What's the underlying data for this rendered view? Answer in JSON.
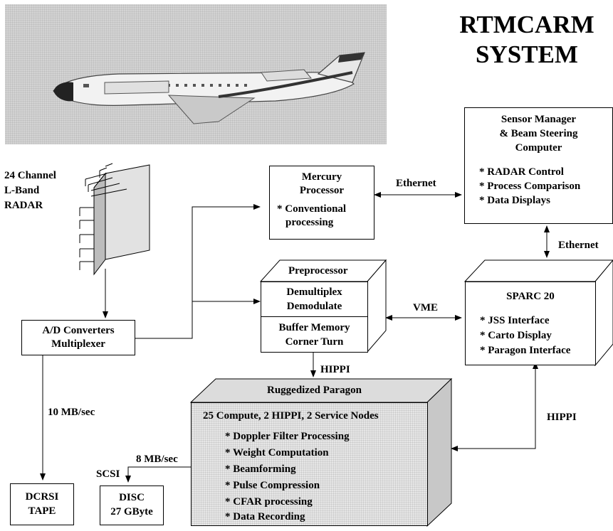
{
  "title": {
    "line1": "RTMCARM",
    "line2": "SYSTEM"
  },
  "radar": {
    "line1": "24 Channel",
    "line2": "L-Band",
    "line3": "RADAR"
  },
  "ad": {
    "line1": "A/D Converters",
    "line2": "Multiplexer"
  },
  "mercury": {
    "line1": "Mercury",
    "line2": "Processor",
    "item1": "* Conventional",
    "item2": "processing"
  },
  "sensor": {
    "line1": "Sensor Manager",
    "line2": "& Beam Steering",
    "line3": "Computer",
    "items": [
      "* RADAR Control",
      "* Process Comparison",
      "* Data Displays"
    ]
  },
  "preprocessor": {
    "title": "Preprocessor",
    "sec1a": "Demultiplex",
    "sec1b": "Demodulate",
    "sec2a": "Buffer Memory",
    "sec2b": "Corner Turn"
  },
  "sparc": {
    "title": "SPARC 20",
    "items": [
      "* JSS Interface",
      "* Carto Display",
      "* Paragon Interface"
    ]
  },
  "paragon": {
    "title": "Ruggedized Paragon",
    "subtitle": "25 Compute, 2 HIPPI, 2 Service Nodes",
    "items": [
      "* Doppler Filter Processing",
      "* Weight Computation",
      "* Beamforming",
      "* Pulse Compression",
      "* CFAR processing",
      "* Data Recording"
    ]
  },
  "links": {
    "ethernet1": "Ethernet",
    "ethernet2": "Ethernet",
    "vme": "VME",
    "hippi1": "HIPPI",
    "hippi2": "HIPPI",
    "rate10": "10 MB/sec",
    "rate8": "8 MB/sec",
    "scsi": "SCSI"
  },
  "dcrsi": {
    "line1": "DCRSI",
    "line2": "TAPE"
  },
  "disc": {
    "line1": "DISC",
    "line2": "27 GByte"
  }
}
